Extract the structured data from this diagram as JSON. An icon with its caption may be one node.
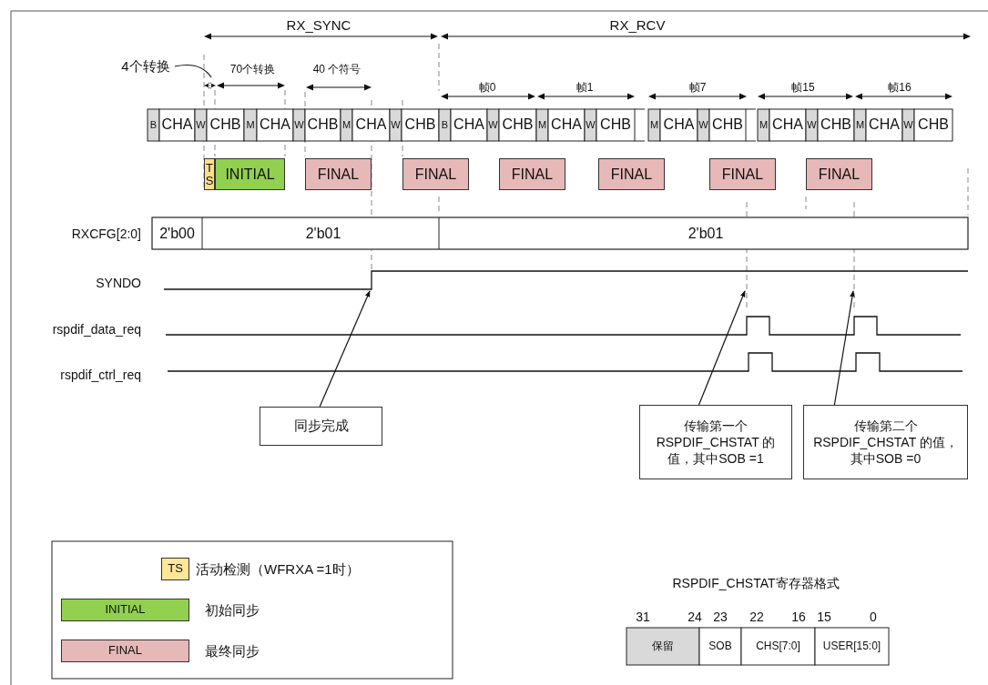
{
  "diagram": {
    "nodes": [
      {
        "text": [
          "4个转换"
        ]
      },
      {
        "text": [
          "TS"
        ]
      },
      {
        "text": [
          "INITIAL"
        ]
      },
      {
        "text": [
          "FINAL"
        ]
      },
      {
        "text": [
          "FINAL"
        ]
      },
      {
        "text": [
          "FINAL"
        ]
      },
      {
        "text": [
          "FINAL"
        ]
      },
      {
        "text": [
          "FINAL"
        ]
      },
      {
        "text": [
          "FINAL"
        ]
      },
      {
        "text": [
          "同步完成"
        ]
      },
      {
        "text": [
          "传输第一个RSPDIF_CHSTAT 的值，其中SOB =1"
        ]
      },
      {
        "text": [
          "传输第二个RSPDIF_CHSTAT 的值，其中SOB =0"
        ]
      },
      {
        "text": [],
        "shape": "line"
      }
    ],
    "edges": [
      {
        "from": 0,
        "to": null,
        "arrow": "none"
      },
      {
        "from": 9,
        "to": 12,
        "arrow": "to"
      },
      {
        "from": 10,
        "to": 12,
        "arrow": "to"
      },
      {
        "from": 11,
        "to": 12,
        "arrow": "to"
      }
    ],
    "labels": [
      "RX_SYNC",
      "RX_RCV",
      "70个转换",
      "40 个符号",
      "帧0",
      "帧1",
      "帧7",
      "帧15",
      "帧16",
      "B",
      "CHA",
      "W",
      "CHB",
      "M",
      "CHA",
      "W",
      "CHB",
      "M",
      "CHA",
      "W",
      "CHB",
      "B",
      "CHA",
      "W",
      "CHB",
      "M",
      "CHA",
      "W",
      "CHB",
      "M",
      "CHA",
      "W",
      "CHB",
      "M",
      "CHA",
      "W",
      "CHB",
      "M",
      "CHA",
      "W",
      "CHB",
      "RXCFG[2:0]",
      "2'b00",
      "2'b01",
      "2'b01",
      "SYNDO",
      "rspdif_data_req",
      "rspdif_ctrl_req",
      "TS",
      "INITIAL",
      "FINAL",
      "RSPDIF_CHSTAT寄存器格式",
      "31",
      "24",
      "23",
      "22",
      "16",
      "15",
      "0",
      "保留",
      "SOB",
      "CHS[7:0]",
      "USER[15:0]"
    ],
    "legend": [
      {
        "text": "活动检测（WFRXA =1时）",
        "color": "#ffe699"
      },
      {
        "text": "初始同步",
        "color": "#92d050"
      },
      {
        "text": "最终同步",
        "color": "#e6b8b7"
      }
    ]
  }
}
